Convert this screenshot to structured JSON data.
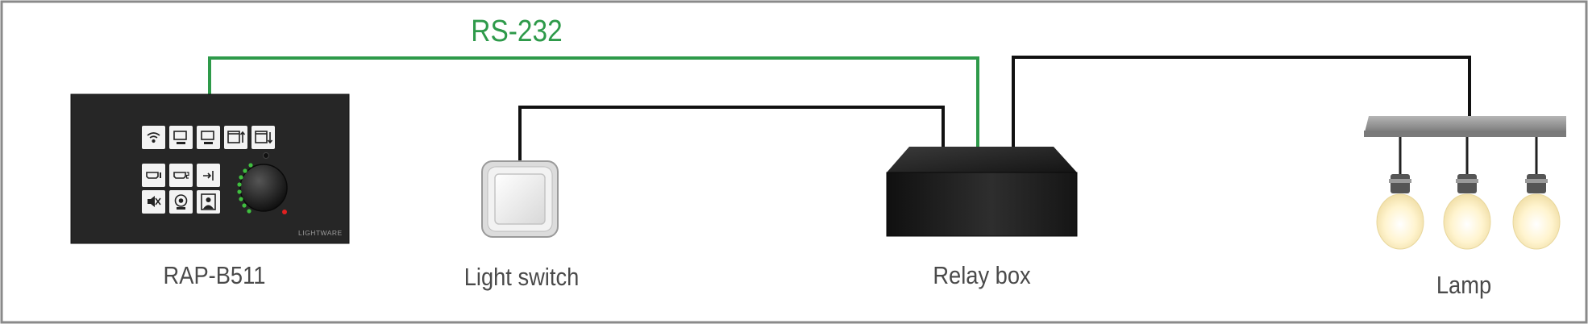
{
  "colors": {
    "frame": "#8a8a8a",
    "rs232_wire": "#2e9a4a",
    "wire": "#111111",
    "panel": "#262626",
    "relay_box": "#1c1c1c",
    "lamp_bar": "#8c8c8c",
    "led_green": "#3fbf3f",
    "led_red": "#e02020",
    "bulb_glow": "#fff3c8"
  },
  "labels": {
    "rs232": "RS-232",
    "rap": "RAP-B511",
    "switch": "Light switch",
    "relay": "Relay box",
    "lamp": "Lamp"
  },
  "panel": {
    "brand": "LIGHTWARE",
    "buttons_row1": [
      "wifi-icon",
      "display-on-icon",
      "display-off-icon",
      "screen-up-icon",
      "screen-down-icon"
    ],
    "buttons_row2": [
      "hdmi1-icon",
      "hdmi2-icon",
      "input-icon"
    ],
    "buttons_row3": [
      "mute-icon",
      "camera-icon",
      "presenter-icon"
    ]
  }
}
